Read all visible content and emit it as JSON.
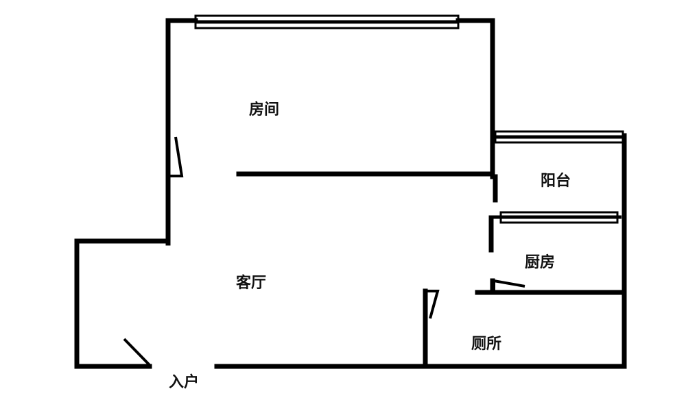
{
  "rooms": {
    "bedroom": "房间",
    "balcony": "阳台",
    "kitchen": "厨房",
    "living_room": "客厅",
    "toilet": "厕所",
    "entrance": "入户"
  },
  "colors": {
    "wall": "#000000",
    "background": "#ffffff"
  }
}
